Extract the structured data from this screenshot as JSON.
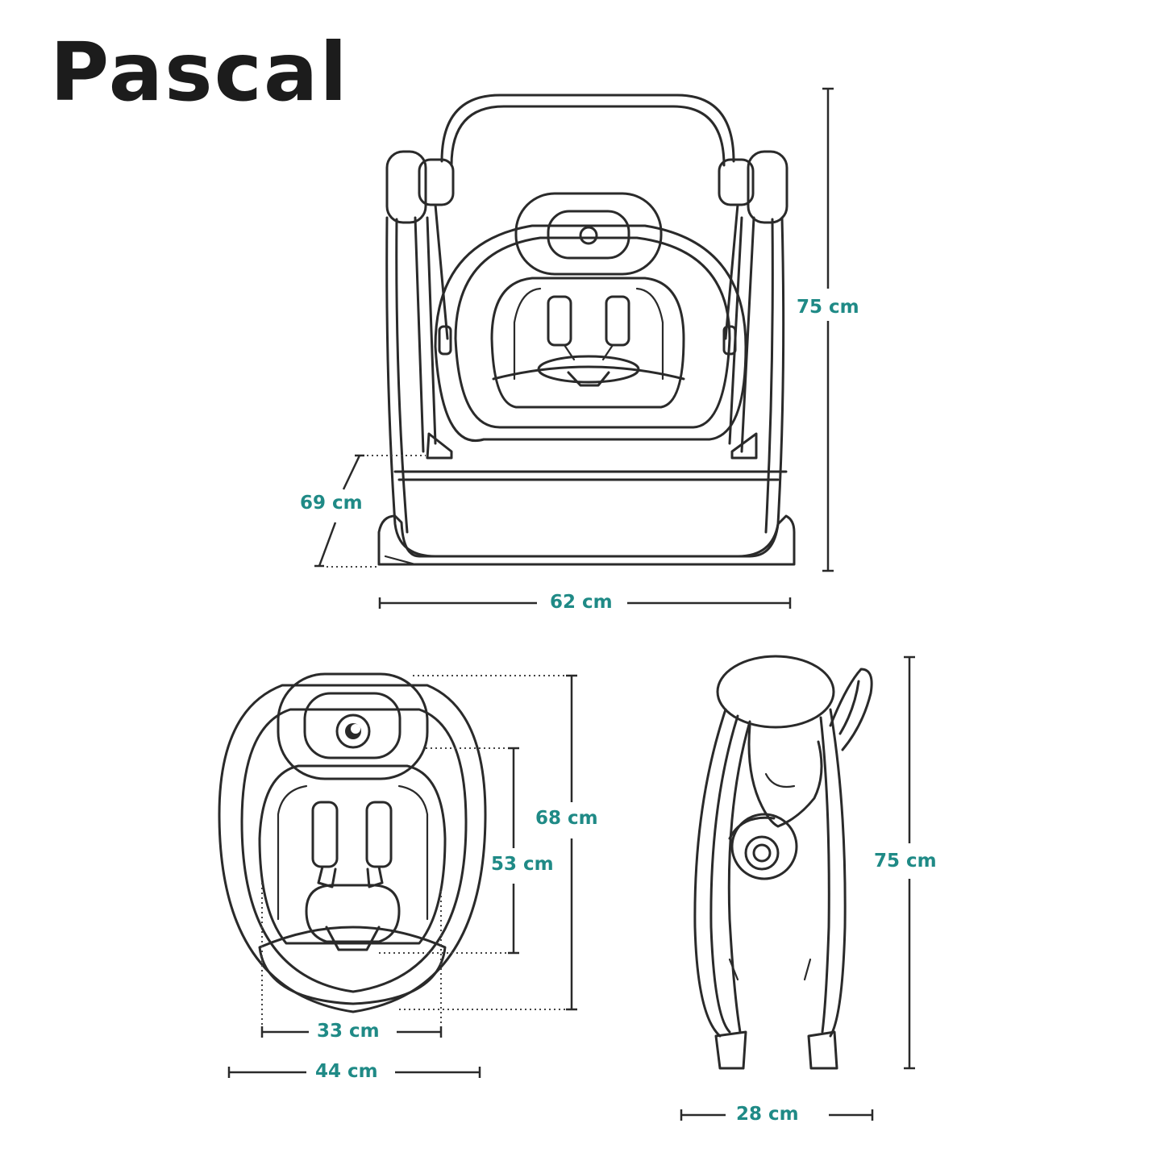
{
  "product": {
    "name": "Pascal"
  },
  "dimensions": {
    "front_height": "75 cm",
    "leg_spread": "69 cm",
    "front_width": "62 cm",
    "seat_height": "68 cm",
    "backrest_height": "53 cm",
    "seat_inner_width": "33 cm",
    "seat_width": "44 cm",
    "folded_height": "75 cm",
    "folded_depth": "28 cm"
  },
  "colors": {
    "label": "#1f8a86",
    "title": "#1c1c1c",
    "line": "#2a2a2a"
  }
}
